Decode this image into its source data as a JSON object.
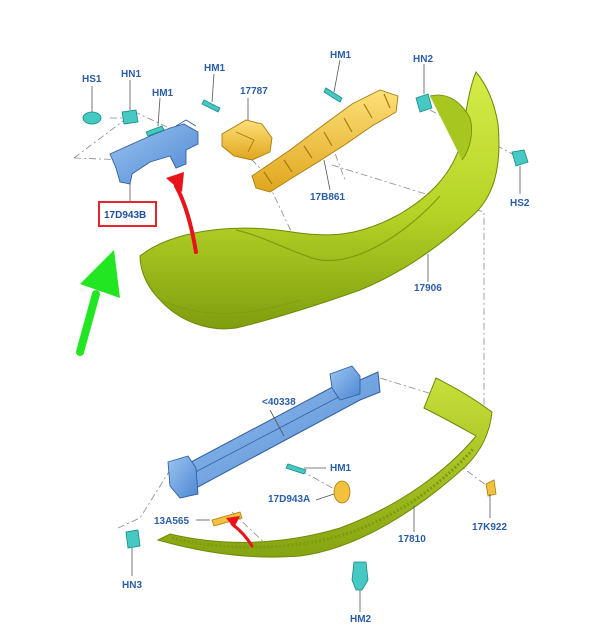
{
  "diagram": {
    "labels": {
      "hs1": "HS1",
      "hn1_a": "HN1",
      "hm1_a": "HM1",
      "hm1_b": "HM1",
      "p17787": "17787",
      "hm1_c": "HM1",
      "hn2": "HN2",
      "p17d943b": "17D943B",
      "p17b861": "17B861",
      "hs2": "HS2",
      "p17906": "17906",
      "p40338": "<40338",
      "hm1_d": "HM1",
      "p17d943a": "17D943A",
      "p13a565": "13A565",
      "p17k922": "17K922",
      "p17810": "17810",
      "hn3": "HN3",
      "hm2": "HM2"
    },
    "colors": {
      "bumper": "#b9d62a",
      "bumper_shade": "#8fae12",
      "bracket": "#6fa6e6",
      "orange": "#f2c13d",
      "fastener": "#45c9c2",
      "label": "#2a5ea8",
      "highlight_box": "#e3262b",
      "red_arrow": "#e8141b",
      "green_arrow": "#22e622"
    }
  }
}
